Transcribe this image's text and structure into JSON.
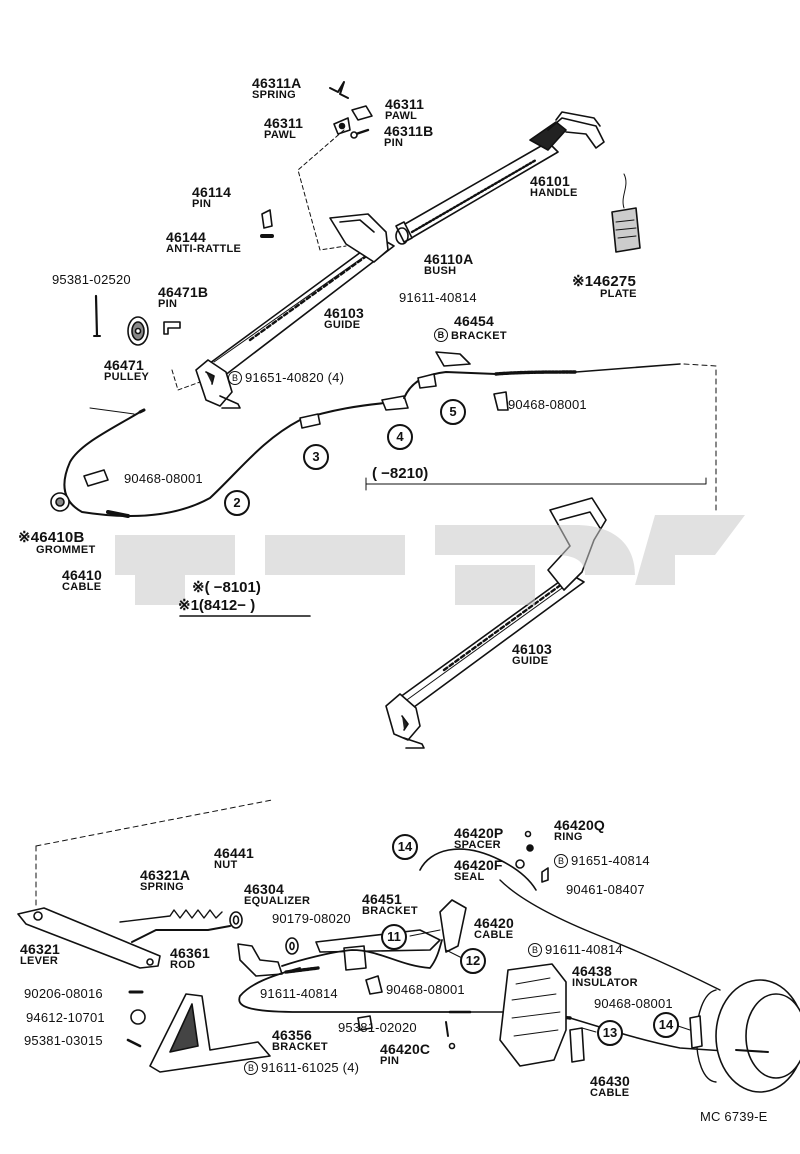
{
  "diagram": {
    "code": "MC 6739-E",
    "watermark": "",
    "notes": {
      "range_8210": "(  −8210)",
      "range_8101": "※(      −8101)",
      "range_8412": "※1(8412−        )"
    },
    "callouts": [
      "2",
      "3",
      "4",
      "5",
      "11",
      "12",
      "13",
      "14",
      "14"
    ],
    "parts": {
      "p46311A": {
        "no": "46311A",
        "name": "SPRING"
      },
      "p46311_r": {
        "no": "46311",
        "name": "PAWL"
      },
      "p46311_l": {
        "no": "46311",
        "name": "PAWL"
      },
      "p46311B": {
        "no": "46311B",
        "name": "PIN"
      },
      "p46114": {
        "no": "46114",
        "name": "PIN"
      },
      "p46101": {
        "no": "46101",
        "name": "HANDLE"
      },
      "p46144": {
        "no": "46144",
        "name": "ANTI-RATTLE"
      },
      "p46110A": {
        "no": "46110A",
        "name": "BUSH"
      },
      "p46275": {
        "no": "※146275",
        "name": "PLATE"
      },
      "p95381_02520": {
        "no": "95381-02520",
        "name": ""
      },
      "p46471B": {
        "no": "46471B",
        "name": "PIN"
      },
      "p91611_40814_top": {
        "no": "91611-40814",
        "name": ""
      },
      "p46103_top": {
        "no": "46103",
        "name": "GUIDE"
      },
      "p46454": {
        "no": "46454",
        "name": "BRACKET"
      },
      "p46471": {
        "no": "46471",
        "name": "PULLEY"
      },
      "p91651_40820": {
        "no": "91651-40820 (4)",
        "name": ""
      },
      "p90468_08001_a": {
        "no": "90468-08001",
        "name": ""
      },
      "p90468_08001_b": {
        "no": "90468-08001",
        "name": ""
      },
      "p46410B": {
        "no": "※46410B",
        "name": "GROMMET"
      },
      "p46410": {
        "no": "46410",
        "name": "CABLE"
      },
      "p46103_mid": {
        "no": "46103",
        "name": "GUIDE"
      },
      "p46420P": {
        "no": "46420P",
        "name": "SPACER"
      },
      "p46420Q": {
        "no": "46420Q",
        "name": "RING"
      },
      "p46441": {
        "no": "46441",
        "name": "NUT"
      },
      "p46420F": {
        "no": "46420F",
        "name": "SEAL"
      },
      "p91651_40814": {
        "no": "91651-40814",
        "name": ""
      },
      "p46321A": {
        "no": "46321A",
        "name": "SPRING"
      },
      "p46304": {
        "no": "46304",
        "name": "EQUALIZER"
      },
      "p90461_08407": {
        "no": "90461-08407",
        "name": ""
      },
      "p46451": {
        "no": "46451",
        "name": "BRACKET"
      },
      "p90179_08020": {
        "no": "90179-08020",
        "name": ""
      },
      "p46420": {
        "no": "46420",
        "name": "CABLE"
      },
      "p46321": {
        "no": "46321",
        "name": "LEVER"
      },
      "p46361": {
        "no": "46361",
        "name": "ROD"
      },
      "p91611_40814_mid": {
        "no": "91611-40814",
        "name": ""
      },
      "p46438": {
        "no": "46438",
        "name": "INSULATOR"
      },
      "p91611_40814_low": {
        "no": "91611-40814",
        "name": ""
      },
      "p90468_08001_c": {
        "no": "90468-08001",
        "name": ""
      },
      "p90468_08001_d": {
        "no": "90468-08001",
        "name": ""
      },
      "p90206_08016": {
        "no": "90206-08016",
        "name": ""
      },
      "p94612_10701": {
        "no": "94612-10701",
        "name": ""
      },
      "p95381_02020": {
        "no": "95381-02020",
        "name": ""
      },
      "p95381_03015": {
        "no": "95381-03015",
        "name": ""
      },
      "p46356": {
        "no": "46356",
        "name": "BRACKET"
      },
      "p46420C": {
        "no": "46420C",
        "name": "PIN"
      },
      "p46430": {
        "no": "46430",
        "name": "CABLE"
      },
      "p91611_61025": {
        "no": "91611-61025 (4)",
        "name": ""
      }
    }
  }
}
